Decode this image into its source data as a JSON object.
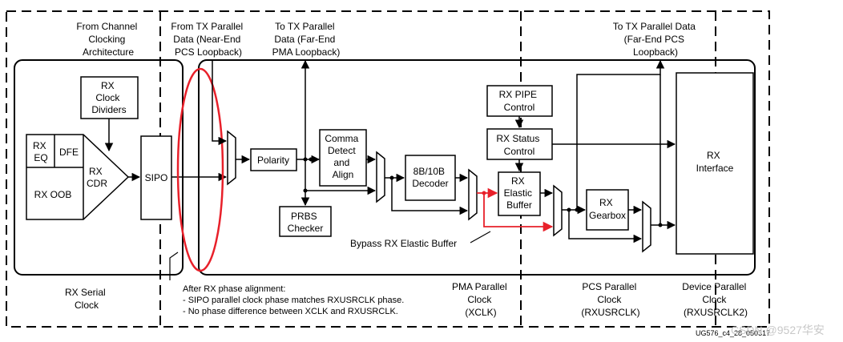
{
  "labels": {
    "from_channel_clocking": [
      "From Channel",
      "Clocking",
      "Architecture"
    ],
    "from_tx_near_end": [
      "From TX Parallel",
      "Data (Near-End",
      "PCS Loopback)"
    ],
    "to_tx_far_end_pma": [
      "To TX Parallel",
      "Data (Far-End",
      "PMA Loopback)"
    ],
    "to_tx_far_end_pcs": [
      "To TX Parallel Data",
      "(Far-End PCS",
      "Loopback)"
    ],
    "rx_serial_clock": [
      "RX Serial",
      "Clock"
    ],
    "pma_parallel_clock": [
      "PMA Parallel",
      "Clock",
      "(XCLK)"
    ],
    "pcs_parallel_clock": [
      "PCS Parallel",
      "Clock",
      "(RXUSRCLK)"
    ],
    "device_parallel_clock": [
      "Device Parallel",
      "Clock",
      "(RXUSRCLK2)"
    ],
    "bypass": "Bypass RX Elastic Buffer",
    "note": [
      "After RX phase alignment:",
      "- SIPO parallel clock phase matches RXUSRCLK phase.",
      "- No phase difference between XCLK and RXUSRCLK."
    ],
    "figure_id": "UG576_c4_28_050317",
    "watermark": "CSDN @9527华安"
  },
  "blocks": {
    "rx_clock_dividers": [
      "RX",
      "Clock",
      "Dividers"
    ],
    "rx_eq": [
      "RX",
      "EQ"
    ],
    "dfe": "DFE",
    "rx_cdr": [
      "RX",
      "CDR"
    ],
    "rx_oob": "RX OOB",
    "sipo": "SIPO",
    "polarity": "Polarity",
    "comma_detect": [
      "Comma",
      "Detect",
      "and",
      "Align"
    ],
    "prbs_checker": [
      "PRBS",
      "Checker"
    ],
    "decoder": [
      "8B/10B",
      "Decoder"
    ],
    "rx_pipe_control": [
      "RX PIPE",
      "Control"
    ],
    "rx_status_control": [
      "RX Status",
      "Control"
    ],
    "rx_elastic_buffer": [
      "RX",
      "Elastic",
      "Buffer"
    ],
    "rx_gearbox": [
      "RX",
      "Gearbox"
    ],
    "rx_interface": [
      "RX",
      "Interface"
    ]
  },
  "colors": {
    "line": "#000000",
    "highlight": "#e8202a",
    "watermark": "#c8c8c8"
  }
}
